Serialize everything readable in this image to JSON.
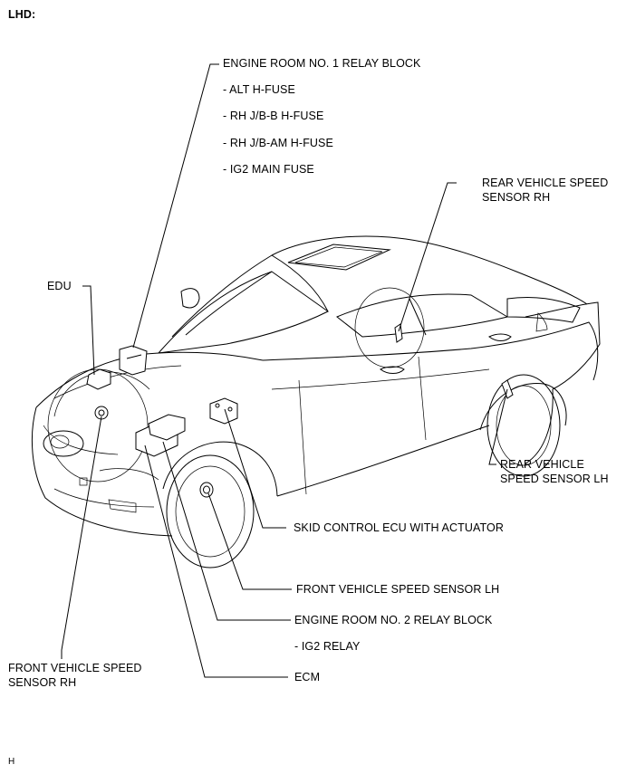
{
  "header": {
    "variant": "LHD:"
  },
  "footer": {
    "code": "H"
  },
  "labels": {
    "relay_block_1": "ENGINE ROOM NO. 1 RELAY BLOCK",
    "relay_block_1_items": [
      "- ALT H-FUSE",
      "- RH J/B-B H-FUSE",
      "- RH J/B-AM H-FUSE",
      "- IG2 MAIN FUSE"
    ],
    "rear_sensor_rh": [
      "REAR VEHICLE SPEED",
      "SENSOR RH"
    ],
    "edu": "EDU",
    "rear_sensor_lh": [
      "REAR VEHICLE",
      "SPEED SENSOR LH"
    ],
    "skid_control": "SKID CONTROL ECU WITH ACTUATOR",
    "front_sensor_lh": "FRONT VEHICLE SPEED SENSOR LH",
    "relay_block_2": "ENGINE ROOM NO. 2 RELAY BLOCK",
    "relay_block_2_items": [
      "- IG2 RELAY"
    ],
    "front_sensor_rh": [
      "FRONT VEHICLE SPEED",
      "SENSOR RH"
    ],
    "ecm": "ECM"
  }
}
